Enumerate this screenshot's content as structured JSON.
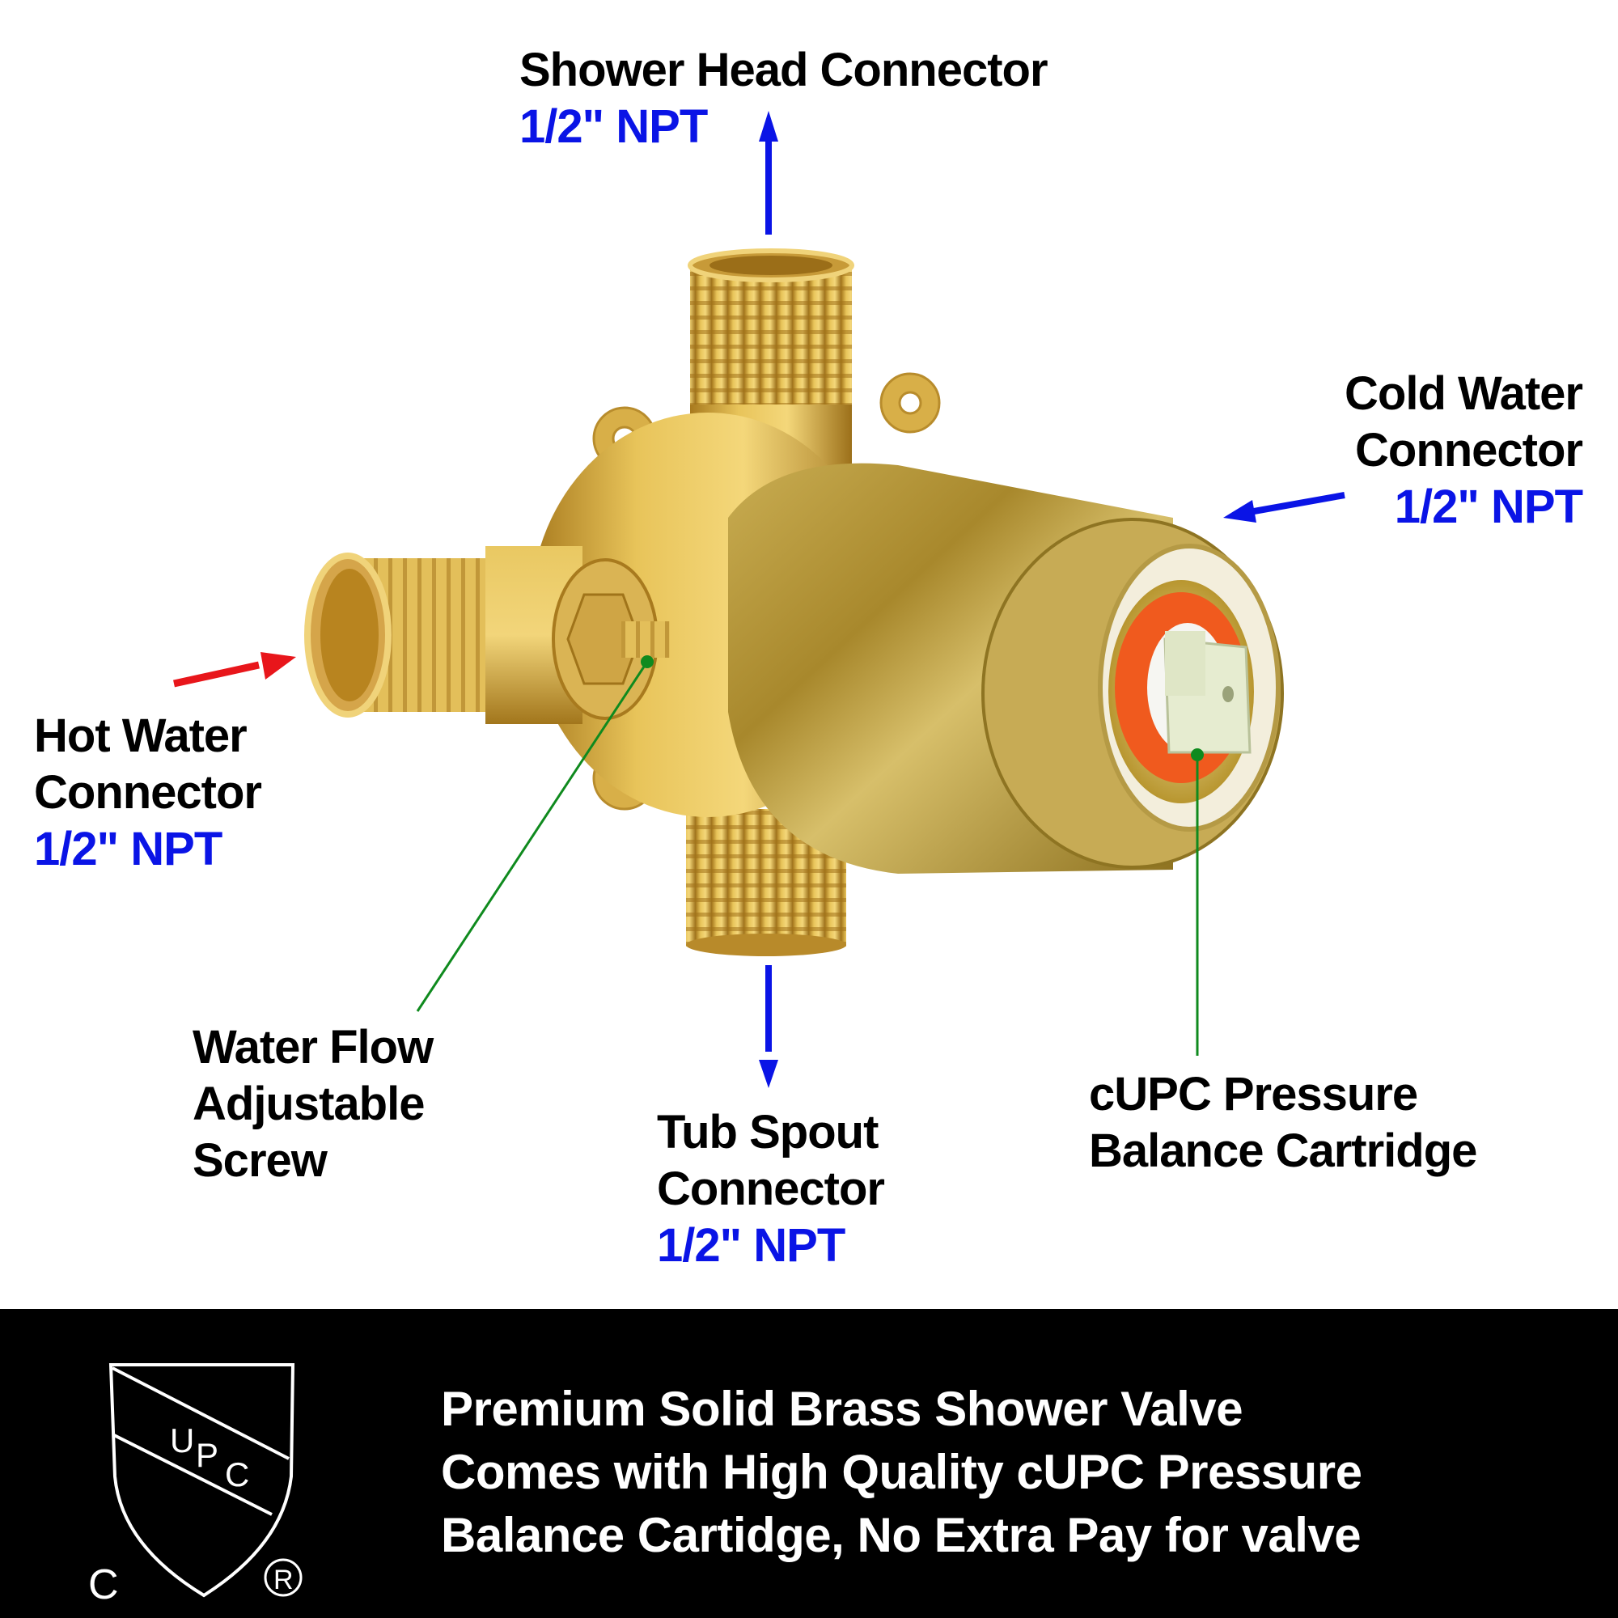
{
  "labels": {
    "shower_head": {
      "title": "Shower Head Connector",
      "size": "1/2\" NPT"
    },
    "cold_water": {
      "line1": "Cold Water",
      "line2": "Connector",
      "size": "1/2\" NPT"
    },
    "hot_water": {
      "line1": "Hot Water",
      "line2": "Connector",
      "size": "1/2\" NPT"
    },
    "flow_screw": {
      "line1": "Water Flow",
      "line2": "Adjustable",
      "line3": "Screw"
    },
    "tub_spout": {
      "line1": "Tub Spout",
      "line2": "Connector",
      "size": "1/2\" NPT"
    },
    "cartridge": {
      "line1": "cUPC Pressure",
      "line2": "Balance Cartridge"
    }
  },
  "banner": {
    "line1": "Premium Solid Brass Shower Valve",
    "line2": "Comes with High Quality cUPC Pressure",
    "line3": "Balance Cartidge, No Extra Pay for valve"
  },
  "logo": {
    "band_text": "UPC",
    "left_mark": "C",
    "right_mark": "®"
  },
  "colors": {
    "label_text": "#000000",
    "size_text": "#0a14e6",
    "blue_arrow": "#0a14e6",
    "red_arrow": "#e8161b",
    "leader_line": "#0f8a1e",
    "brass": "#c9a23e",
    "cartridge_orange": "#f05a1e",
    "banner_bg": "#000000",
    "banner_text": "#ffffff"
  }
}
